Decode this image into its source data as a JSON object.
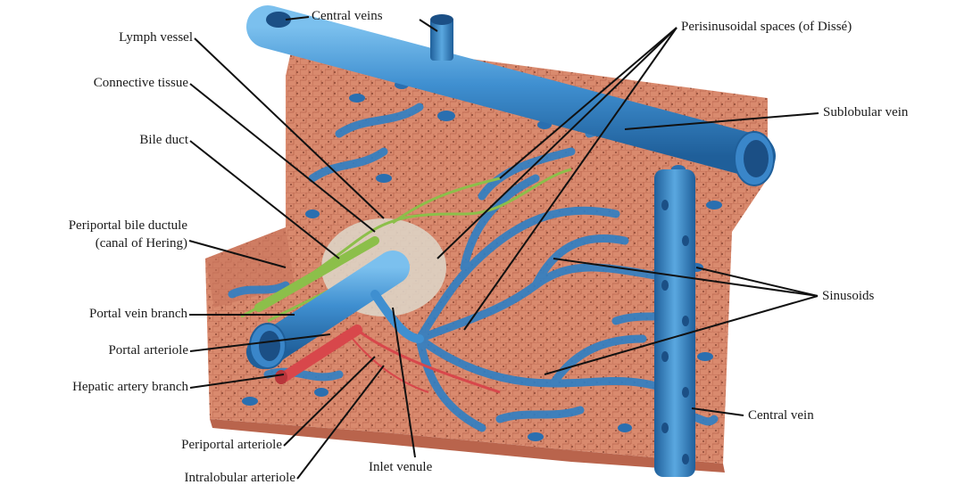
{
  "labels": {
    "central_veins": "Central veins",
    "lymph_vessel": "Lymph vessel",
    "connective_tissue": "Connective tissue",
    "bile_duct": "Bile duct",
    "periportal_bile_ductule_line1": "Periportal bile ductule",
    "periportal_bile_ductule_line2": "(canal of Hering)",
    "portal_vein_branch": "Portal vein branch",
    "portal_arteriole": "Portal arteriole",
    "hepatic_artery_branch": "Hepatic artery branch",
    "periportal_arteriole": "Periportal arteriole",
    "intralobular_arteriole": "Intralobular arteriole",
    "inlet_venule": "Inlet venule",
    "perisinusoidal_spaces": "Perisinusoidal spaces (of Dissé)",
    "sublobular_vein": "Sublobular vein",
    "sinusoids": "Sinusoids",
    "central_vein": "Central vein"
  },
  "colors": {
    "parenchyma": "#d98a6e",
    "parenchyma_dark": "#b9644c",
    "vein_blue": "#3f8fd0",
    "vein_dark": "#1f5f9a",
    "bile_green": "#8cbf4a",
    "artery_red": "#d8474b",
    "connective": "#ddd3c4",
    "leader": "#111111"
  }
}
